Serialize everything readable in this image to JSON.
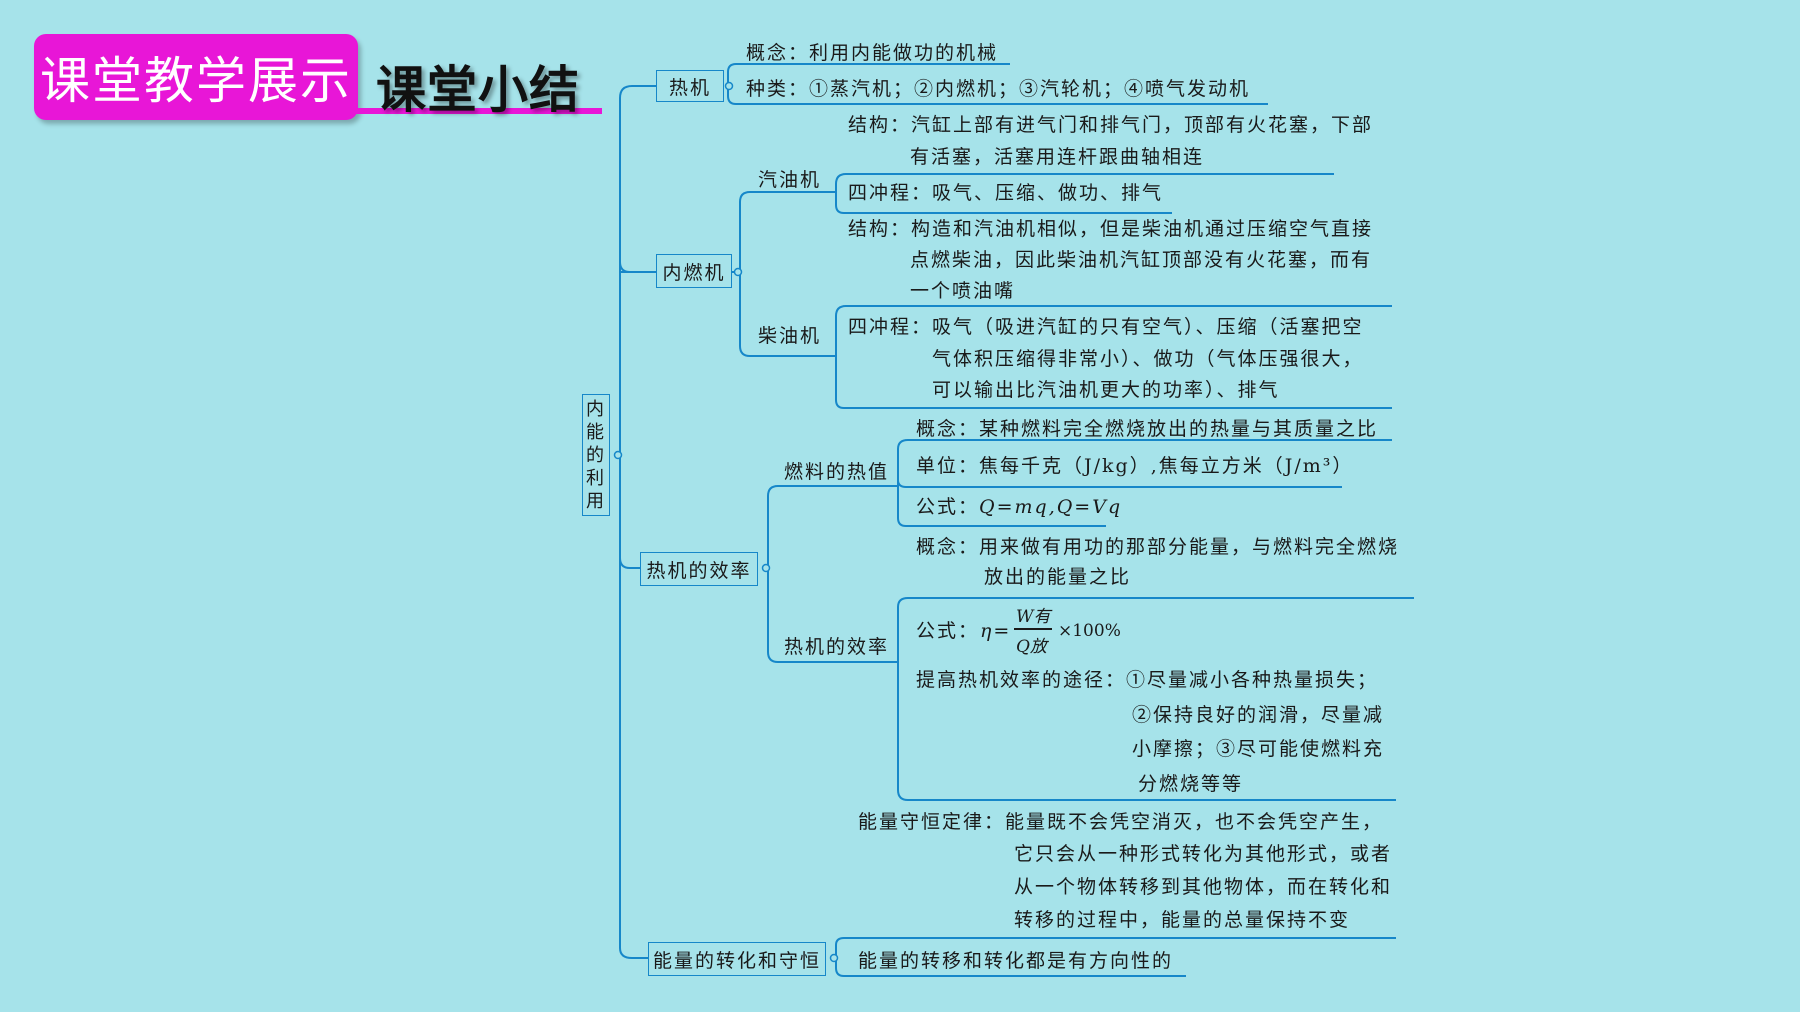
{
  "header": {
    "badge": "课堂教学展示",
    "subtitle": "课堂小结"
  },
  "root": [
    "内",
    "能",
    "的",
    "利",
    "用"
  ],
  "heat_engine": {
    "label": "热机",
    "concept": "概念：利用内能做功的机械",
    "types": "种类：①蒸汽机；②内燃机；③汽轮机；④喷气发动机"
  },
  "ice": {
    "label": "内燃机",
    "gasoline": {
      "label": "汽油机",
      "structure": [
        "结构：汽缸上部有进气门和排气门，顶部有火花塞，下部",
        "有活塞，活塞用连杆跟曲轴相连"
      ],
      "strokes": "四冲程：吸气、压缩、做功、排气"
    },
    "diesel": {
      "label": "柴油机",
      "structure": [
        "结构：构造和汽油机相似，但是柴油机通过压缩空气直接",
        "点燃柴油，因此柴油机汽缸顶部没有火花塞，而有",
        "一个喷油嘴"
      ],
      "strokes": [
        "四冲程：吸气（吸进汽缸的只有空气）、压缩（活塞把空",
        "气体积压缩得非常小）、做功（气体压强很大，",
        "可以输出比汽油机更大的功率）、排气"
      ]
    }
  },
  "efficiency": {
    "label": "热机的效率",
    "heat_value": {
      "label": "燃料的热值",
      "concept": "概念：某种燃料完全燃烧放出的热量与其质量之比",
      "unit": "单位：焦每千克（J/kg）,焦每立方米（J/m³）",
      "formula_prefix": "公式：",
      "formula": "Q=mq,Q=Vq"
    },
    "engine_eff": {
      "label": "热机的效率",
      "concept": [
        "概念：用来做有用功的那部分能量，与燃料完全燃烧",
        "放出的能量之比"
      ],
      "formula_prefix": "公式：",
      "eta": "η=",
      "numerator": "W有",
      "denominator": "Q放",
      "times": "×100%",
      "improve": [
        "提高热机效率的途径：①尽量减小各种热量损失；",
        "②保持良好的润滑，尽量减",
        "小摩擦；③尽可能使燃料充",
        "分燃烧等等"
      ]
    }
  },
  "energy": {
    "label": "能量的转化和守恒",
    "conservation": [
      "能量守恒定律：能量既不会凭空消灭，也不会凭空产生，",
      "它只会从一种形式转化为其他形式，或者",
      "从一个物体转移到其他物体，而在转化和",
      "转移的过程中，能量的总量保持不变"
    ],
    "direction": "能量的转移和转化都是有方向性的"
  },
  "colors": {
    "background": "#a6e3ea",
    "line": "#1687c9",
    "badge": "#e816d7"
  }
}
